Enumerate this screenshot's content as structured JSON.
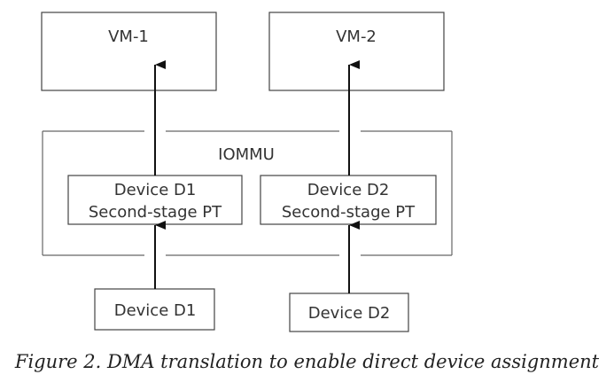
{
  "diagram": {
    "vm1": "VM-1",
    "vm2": "VM-2",
    "iommu": "IOMMU",
    "pt1": {
      "line1": "Device D1",
      "line2": "Second-stage PT"
    },
    "pt2": {
      "line1": "Device D2",
      "line2": "Second-stage PT"
    },
    "dev1": "Device D1",
    "dev2": "Device D2"
  },
  "caption": "Figure 2. DMA translation to enable direct device assignment"
}
